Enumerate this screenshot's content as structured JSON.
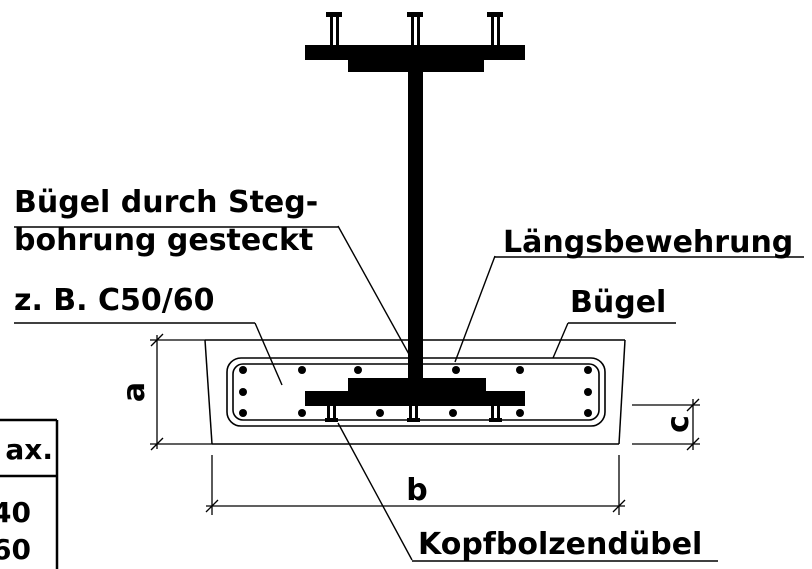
{
  "labels": {
    "stirrup_through_web_line1": "Bügel durch Steg-",
    "stirrup_through_web_line2": "bohrung gesteckt",
    "longitudinal_reinforcement": "Längsbewehrung",
    "concrete_class": "z. B. C50/60",
    "stirrup": "Bügel",
    "headed_stud": "Kopfbolzendübel"
  },
  "dimensions": {
    "height": "a",
    "width": "b",
    "cover": "c"
  },
  "table": {
    "header_fragment": "ax.",
    "rows": [
      "40",
      "60"
    ]
  }
}
